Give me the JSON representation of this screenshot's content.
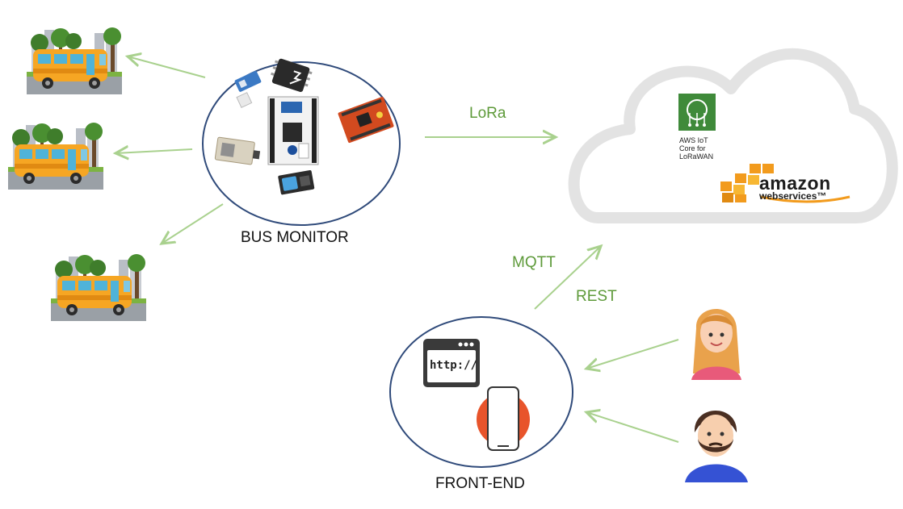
{
  "nodes": {
    "bus_monitor": "BUS MONITOR",
    "front_end": "FRONT-END"
  },
  "edges": {
    "lora": "LoRa",
    "mqtt": "MQTT",
    "rest": "REST"
  },
  "cloud": {
    "service_label": "AWS IoT\nCore for\nLoRaWAN",
    "brand_main": "amazon",
    "brand_sub": "webservices™"
  },
  "front_end": {
    "browser_text": "http://"
  },
  "colors": {
    "arrow": "#a9d18e",
    "edge_label": "#5e9a3a",
    "circle_stroke": "#2f4a7a",
    "cloud_fill": "#ffffff",
    "cloud_stroke": "#e3e3e3",
    "aws_green": "#3f8a3a",
    "aws_orange": "#f29b1d",
    "bus": "#f6a623"
  }
}
